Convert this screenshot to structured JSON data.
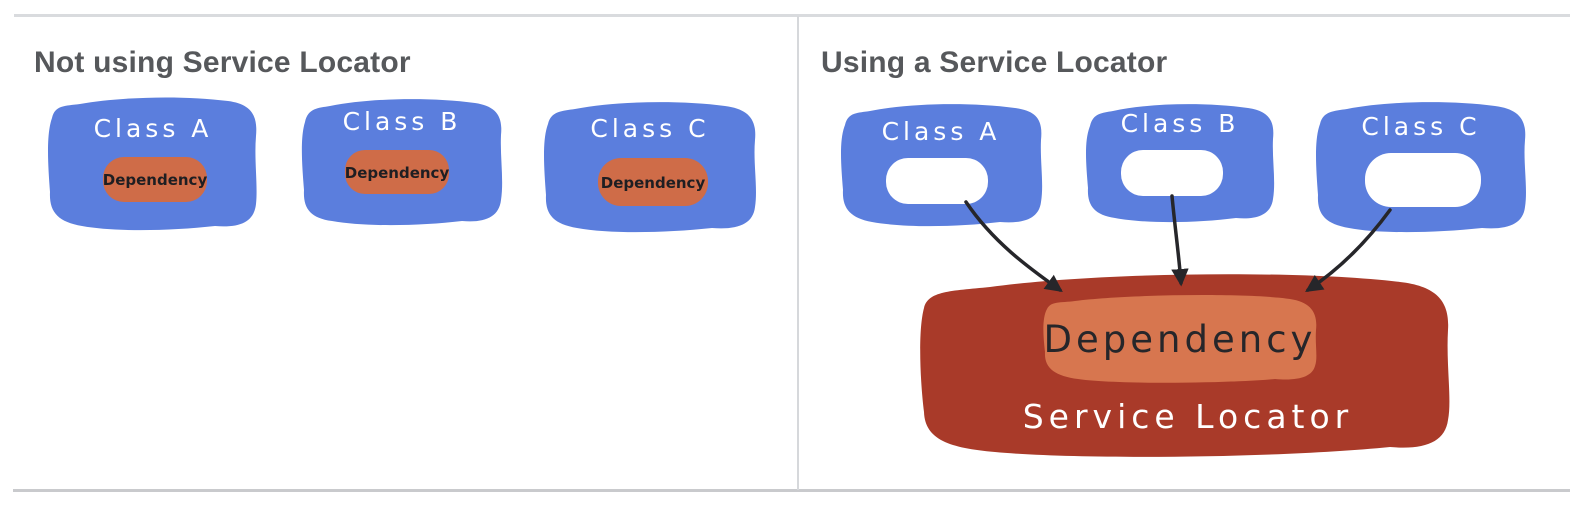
{
  "panels": {
    "left": {
      "heading": "Not using Service Locator",
      "classes": [
        {
          "label": "Class A",
          "dependency_label": "Dependency"
        },
        {
          "label": "Class B",
          "dependency_label": "Dependency"
        },
        {
          "label": "Class C",
          "dependency_label": "Dependency"
        }
      ]
    },
    "right": {
      "heading": "Using a Service Locator",
      "classes": [
        {
          "label": "Class A"
        },
        {
          "label": "Class B"
        },
        {
          "label": "Class C"
        }
      ],
      "service_locator": {
        "label": "Service Locator",
        "dependency_label": "Dependency"
      }
    }
  },
  "colors": {
    "class_fill": "#5b7edd",
    "dependency_pill_fill": "#cf6c48",
    "locator_fill": "#a93a29",
    "locator_dependency_fill": "#d7764f",
    "hole_fill": "#ffffff",
    "arrow": "#26262a",
    "heading_text": "#56585b"
  }
}
